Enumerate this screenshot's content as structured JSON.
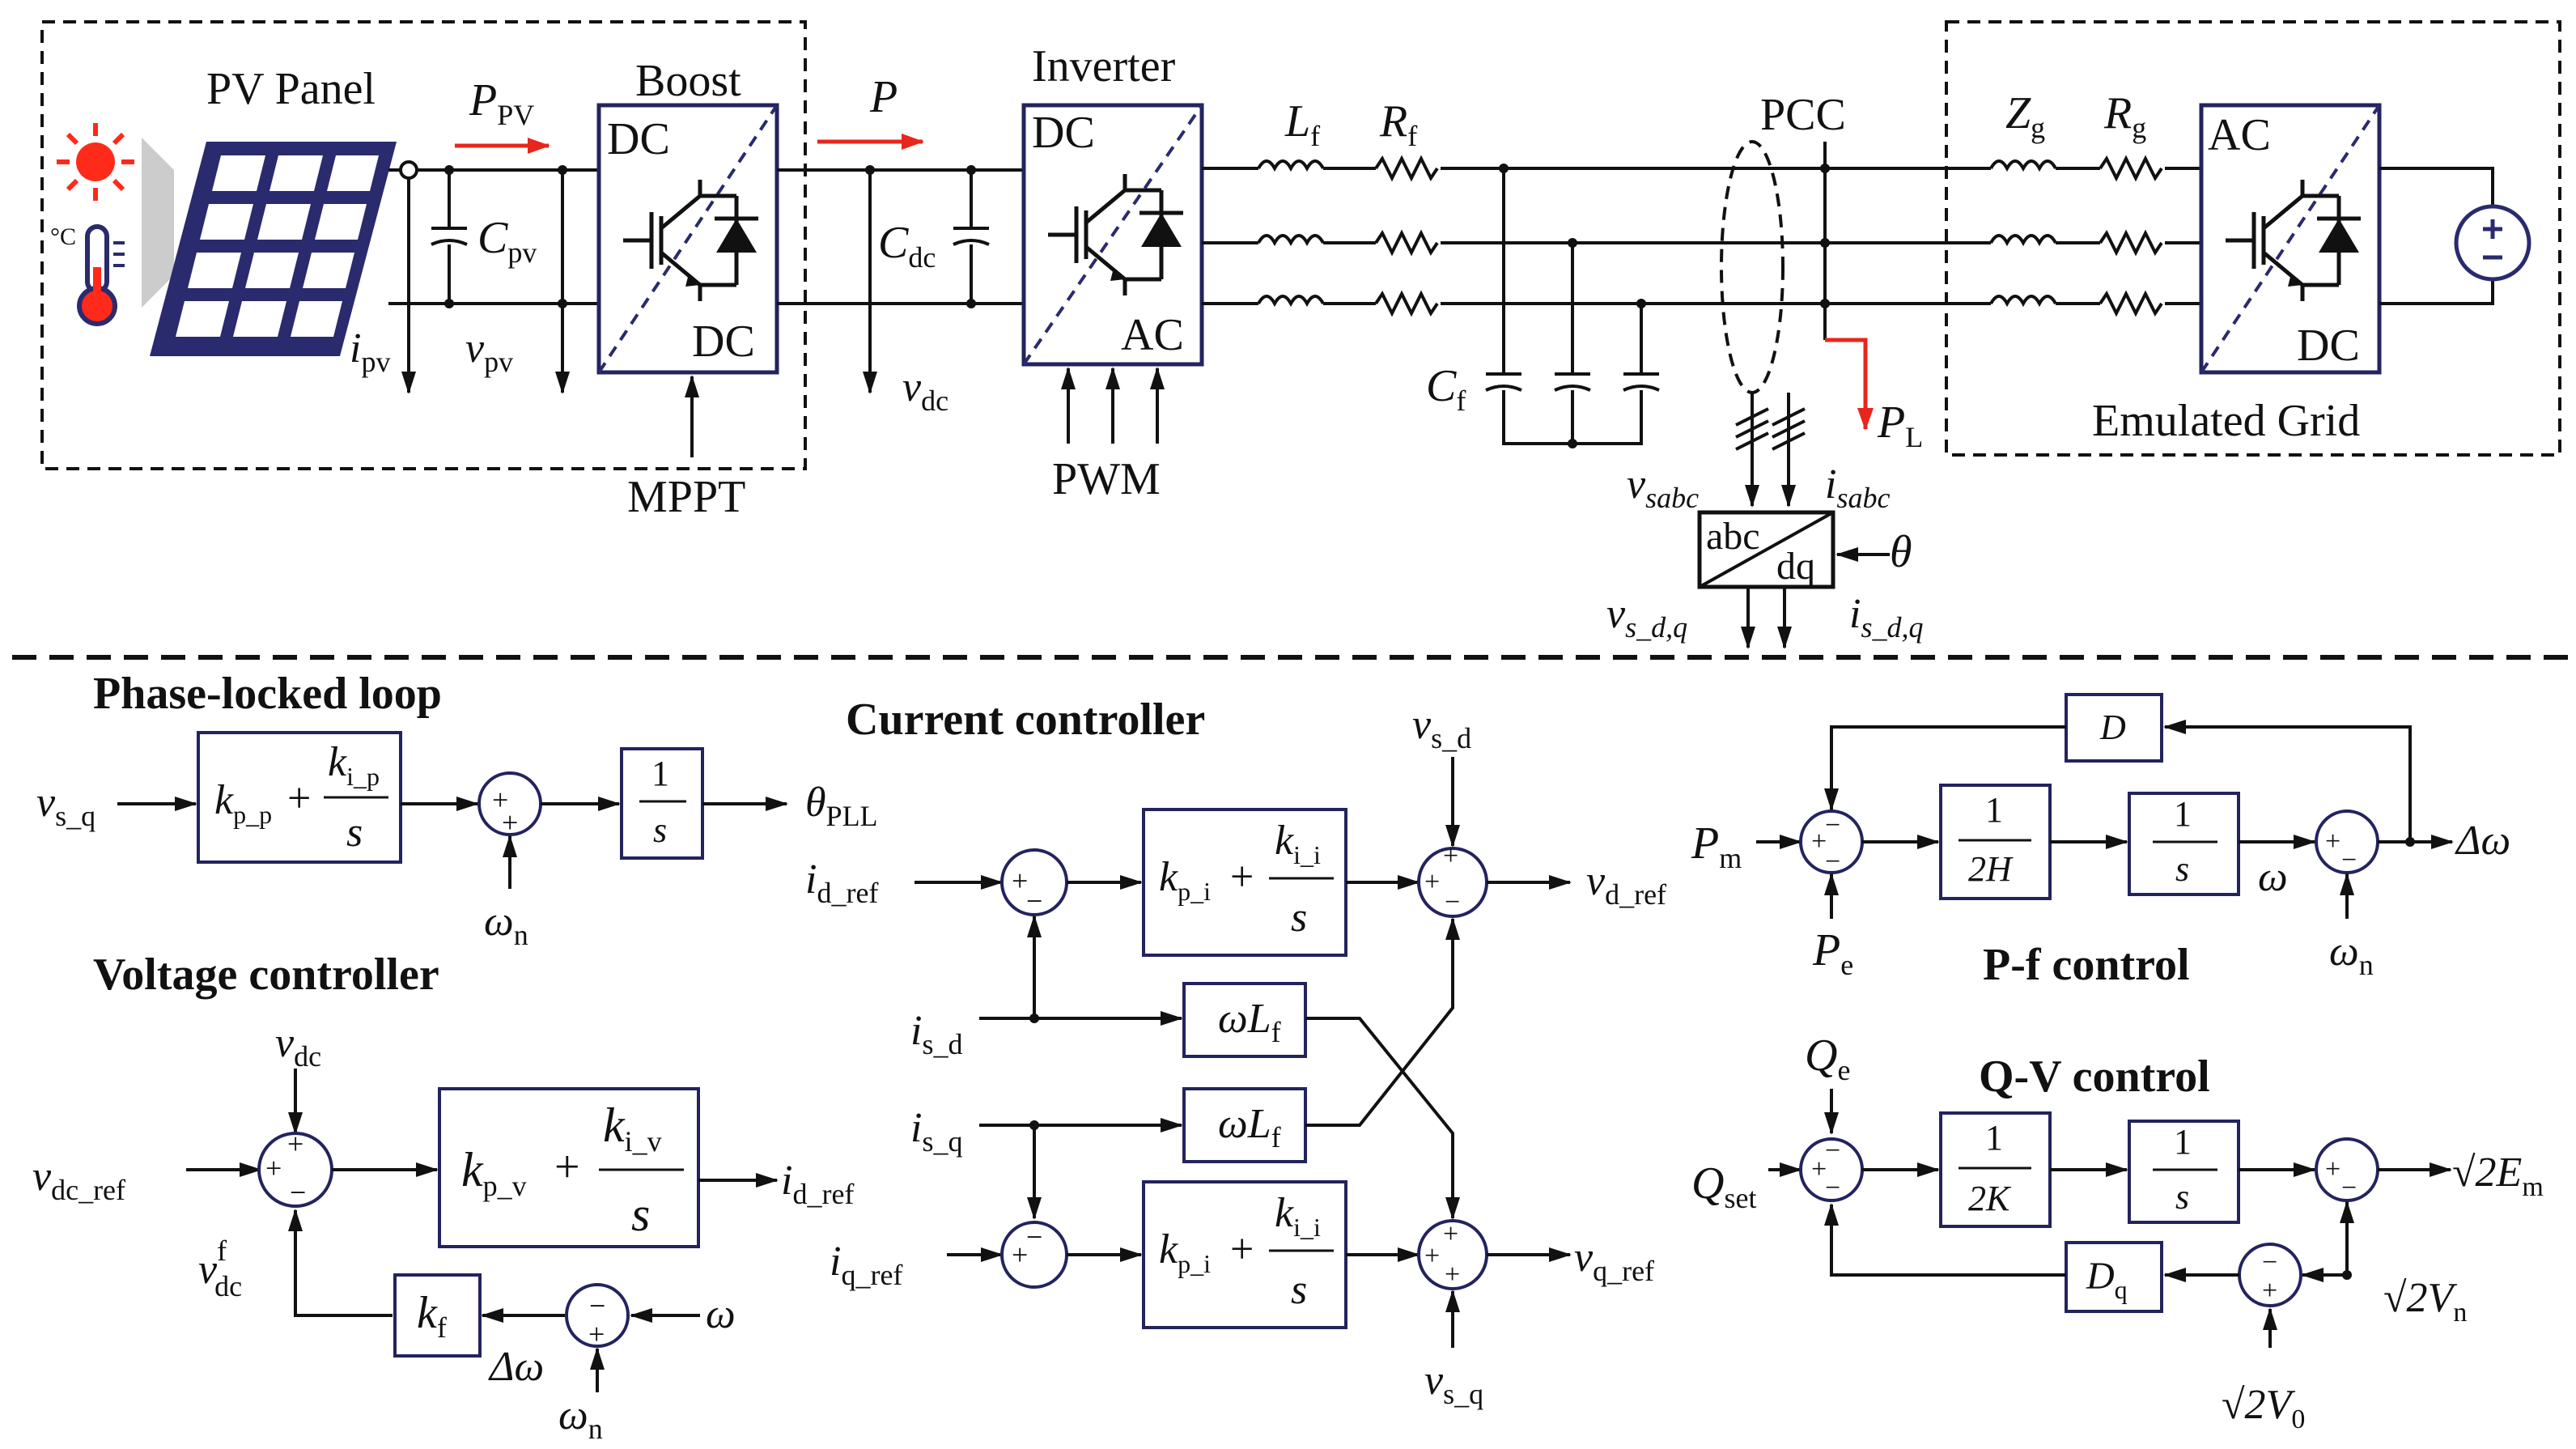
{
  "colors": {
    "line": "#111111",
    "block": "#23235e",
    "panel": "#2a2a6e",
    "power_arrow": "#e8261c",
    "sun": "#ff2a1a"
  },
  "power": {
    "pv_panel": "PV Panel",
    "boost": "Boost",
    "inverter": "Inverter",
    "dc": "DC",
    "ac": "AC",
    "mppt": "MPPT",
    "pwm": "PWM",
    "pcc": "PCC",
    "emulated_grid": "Emulated  Grid",
    "abc": "abc",
    "dq": "dq",
    "p_pv": "P",
    "p_pv_sub": "PV",
    "p": "P",
    "c_pv": "C",
    "c_pv_sub": "pv",
    "c_dc": "C",
    "c_dc_sub": "dc",
    "i_pv": "i",
    "i_pv_sub": "pv",
    "v_pv": "v",
    "v_pv_sub": "pv",
    "v_dc": "v",
    "v_dc_sub": "dc",
    "l_f": "L",
    "l_f_sub": "f",
    "r_f": "R",
    "r_f_sub": "f",
    "c_f": "C",
    "c_f_sub": "f",
    "z_g": "Z",
    "z_g_sub": "g",
    "r_g": "R",
    "r_g_sub": "g",
    "p_l": "P",
    "p_l_sub": "L",
    "v_sabc": "v",
    "v_sabc_sub": "sabc",
    "i_sabc": "i",
    "i_sabc_sub": "sabc",
    "theta": "θ",
    "v_sdq": "v",
    "v_sdq_sub": "s_d,q",
    "i_sdq": "i",
    "i_sdq_sub": "s_d,q",
    "sun_icon": "sun-icon",
    "thermometer_icon": "thermometer-icon",
    "deg_c": "°C"
  },
  "pll": {
    "title": "Phase-locked loop",
    "in": "v",
    "in_sub": "s_q",
    "kp": "k",
    "kp_sub": "p_p",
    "ki": "k",
    "ki_sub": "i_p",
    "s": "s",
    "one": "1",
    "omega_n": "ω",
    "omega_n_sub": "n",
    "out": "θ",
    "out_sub": "PLL"
  },
  "voltage": {
    "title": "Voltage controller",
    "vdc": "v",
    "vdc_sub": "dc",
    "vdc_ref": "v",
    "vdc_ref_sub": "dc_ref",
    "kp": "k",
    "kp_sub": "p_v",
    "ki": "k",
    "ki_sub": "i_v",
    "s": "s",
    "out": "i",
    "out_sub": "d_ref",
    "vf": "v",
    "vf_sup": "f",
    "vf_sub": "dc",
    "kf": "k",
    "kf_sub": "f",
    "domega": "Δω",
    "omega": "ω",
    "omega_n": "ω",
    "omega_n_sub": "n"
  },
  "current": {
    "title": "Current controller",
    "id_ref": "i",
    "id_ref_sub": "d_ref",
    "iq_ref": "i",
    "iq_ref_sub": "q_ref",
    "is_d": "i",
    "is_d_sub": "s_d",
    "is_q": "i",
    "is_q_sub": "s_q",
    "kp": "k",
    "kp_sub": "p_i",
    "ki": "k",
    "ki_sub": "i_i",
    "s": "s",
    "wl": "ωL",
    "wl_sub": "f",
    "vs_d": "v",
    "vs_d_sub": "s_d",
    "vs_q": "v",
    "vs_q_sub": "s_q",
    "vd_ref": "v",
    "vd_ref_sub": "d_ref",
    "vq_ref": "v",
    "vq_ref_sub": "q_ref"
  },
  "pf": {
    "title": "P-f control",
    "pm": "P",
    "pm_sub": "m",
    "pe": "P",
    "pe_sub": "e",
    "one": "1",
    "two_h": "2H",
    "s": "s",
    "d": "D",
    "omega": "ω",
    "omega_n": "ω",
    "omega_n_sub": "n",
    "domega": "Δω"
  },
  "qv": {
    "title": "Q-V control",
    "qe": "Q",
    "qe_sub": "e",
    "qset": "Q",
    "qset_sub": "set",
    "one": "1",
    "two_k": "2K",
    "s": "s",
    "dq": "D",
    "dq_sub": "q",
    "em": "√2E",
    "em_sub": "m",
    "vn": "√2V",
    "vn_sub": "n",
    "v0": "√2V",
    "v0_sub": "0"
  }
}
